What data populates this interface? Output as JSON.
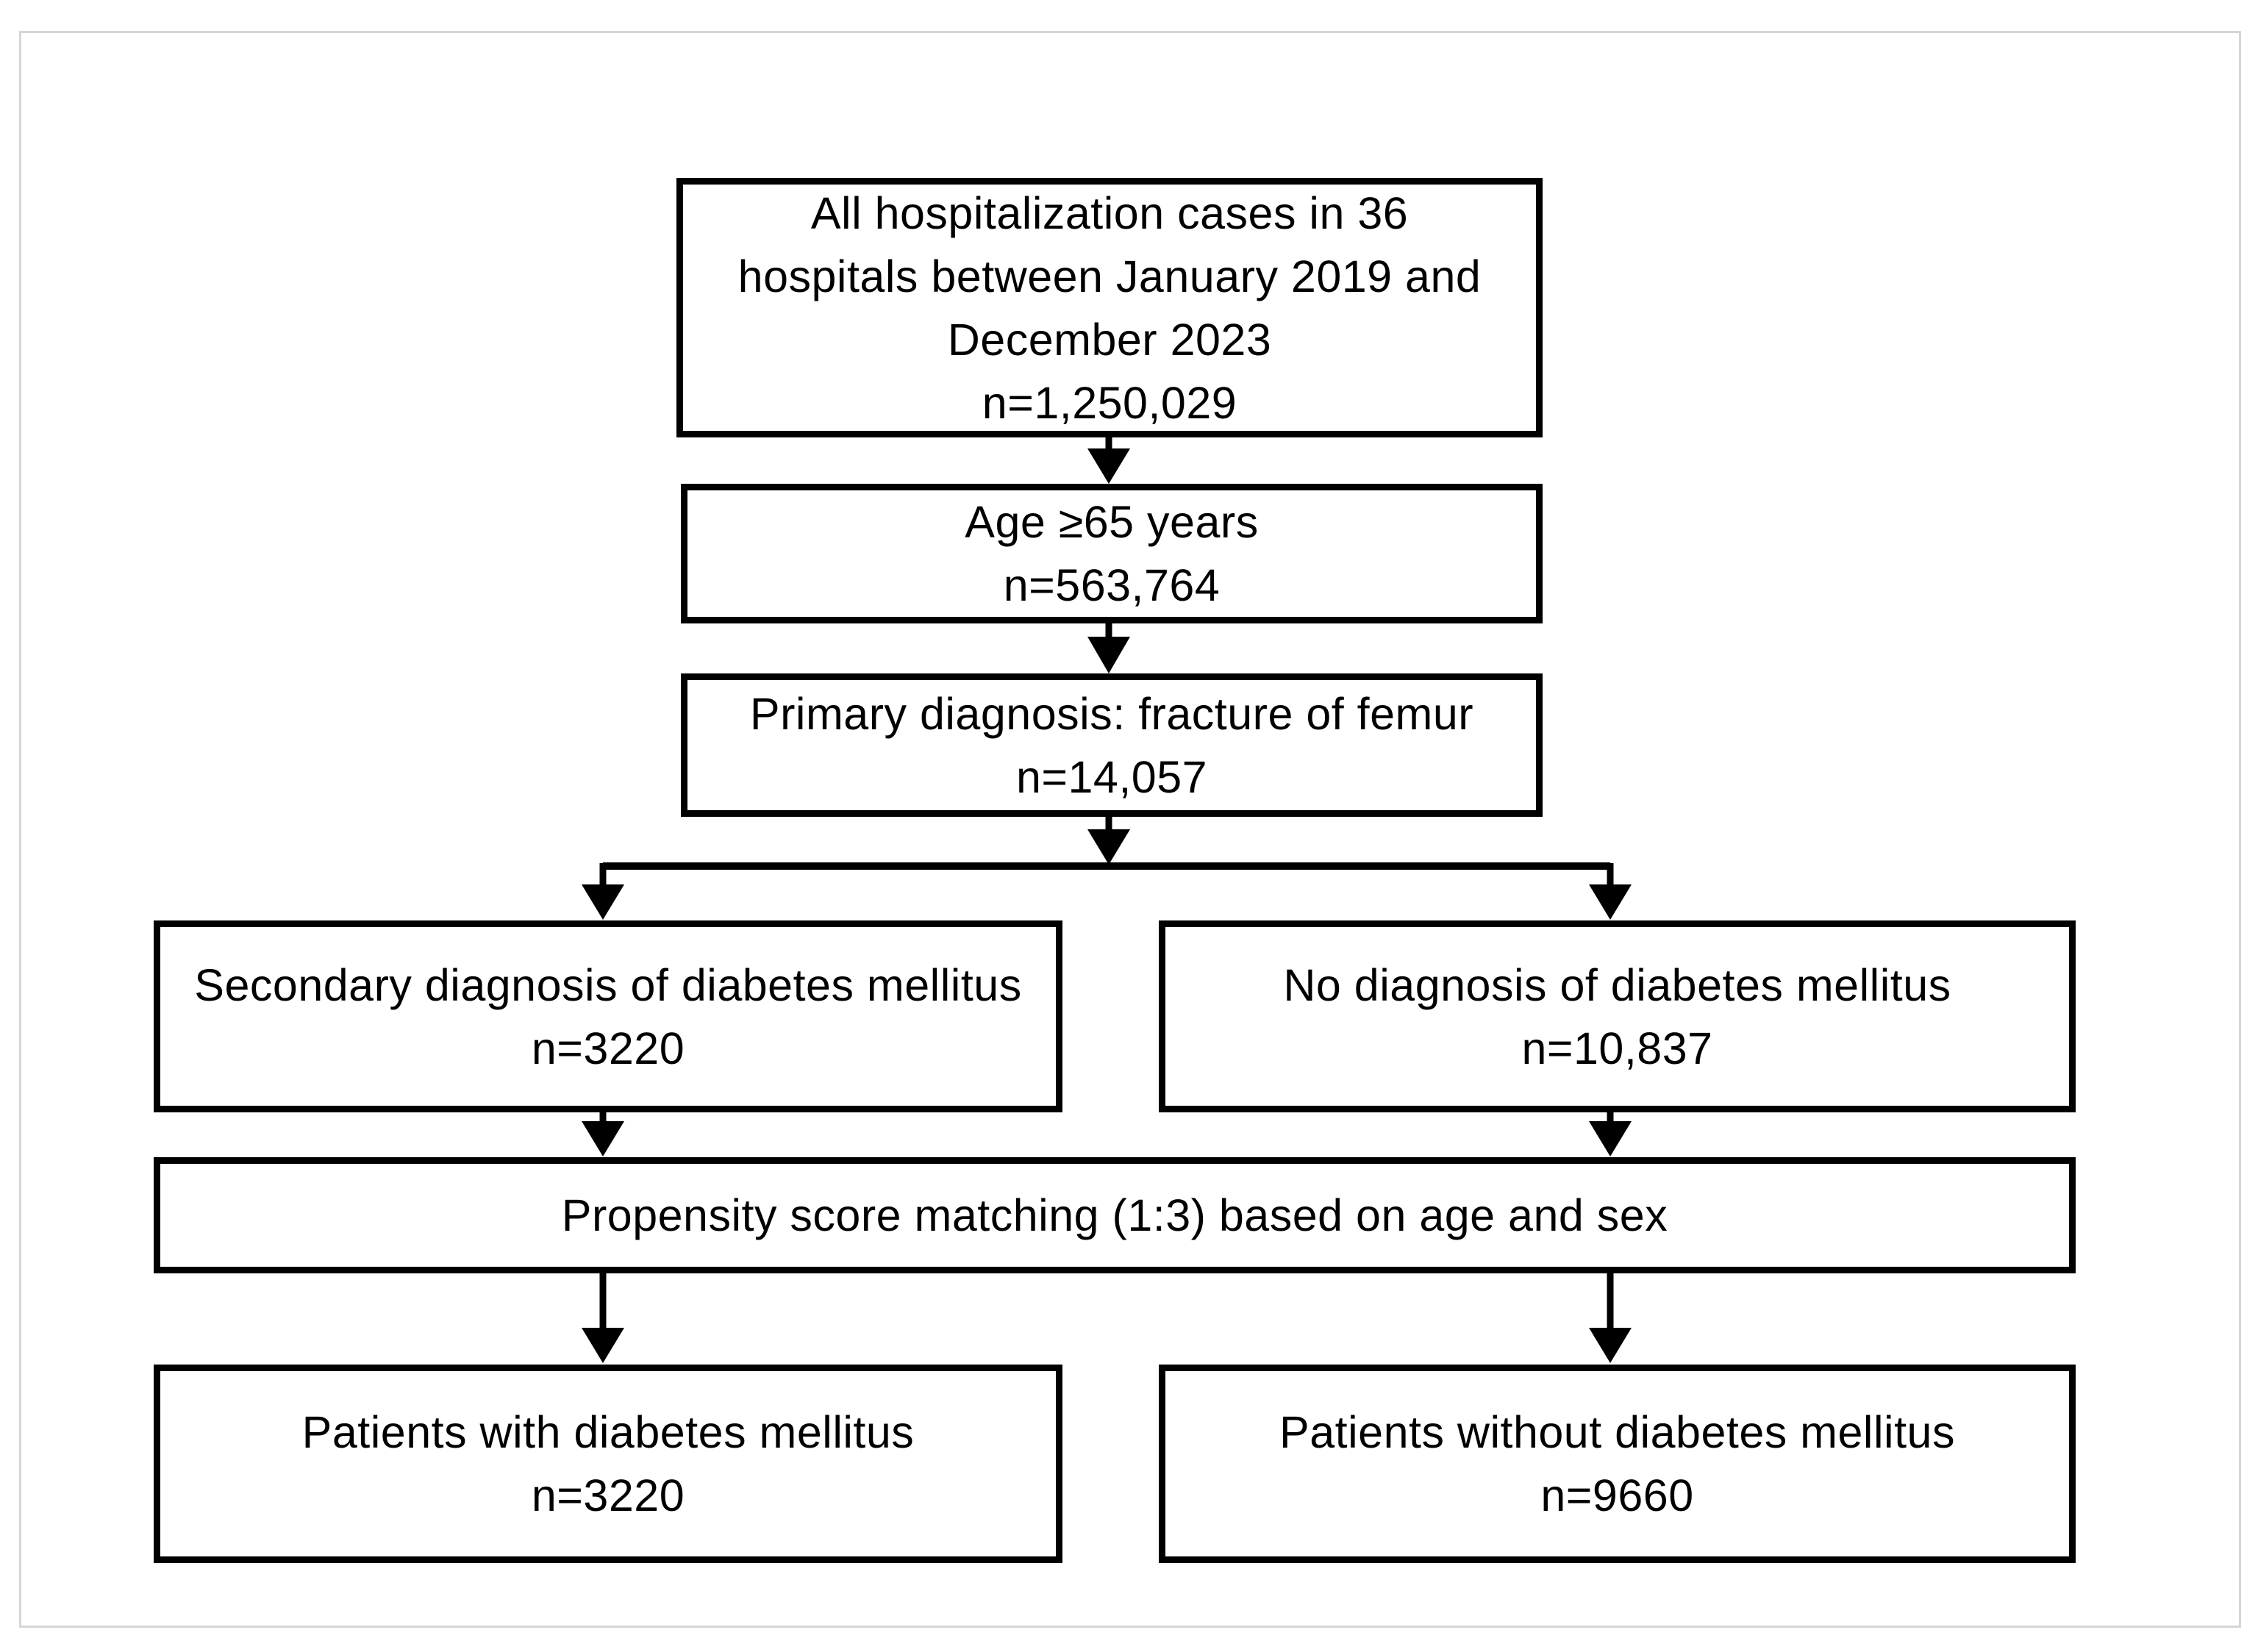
{
  "figure": {
    "type": "patient-selection-flowchart",
    "colors": {
      "box_border": "#000000",
      "arrow": "#000000",
      "text": "#000000",
      "background": "#ffffff",
      "outer_frame": "#d6d6d6"
    },
    "boxes": {
      "all_cases": {
        "lines": [
          "All hospitalization cases in 36",
          "hospitals between January 2019 and",
          "December 2023",
          "n=1,250,029"
        ]
      },
      "age": {
        "lines": [
          "Age ≥65 years",
          "n=563,764"
        ]
      },
      "primary_dx": {
        "lines": [
          "Primary diagnosis: fracture of femur",
          "n=14,057"
        ]
      },
      "secondary_dm": {
        "lines": [
          "Secondary diagnosis of diabetes mellitus",
          "n=3220"
        ]
      },
      "no_dm": {
        "lines": [
          "No diagnosis of diabetes mellitus",
          "n=10,837"
        ]
      },
      "psm": {
        "lines": [
          "Propensity score matching (1:3) based on age and sex"
        ]
      },
      "with_dm": {
        "lines": [
          "Patients with diabetes mellitus",
          "n=3220"
        ]
      },
      "without_dm": {
        "lines": [
          "Patients without diabetes mellitus",
          "n=9660"
        ]
      }
    }
  }
}
